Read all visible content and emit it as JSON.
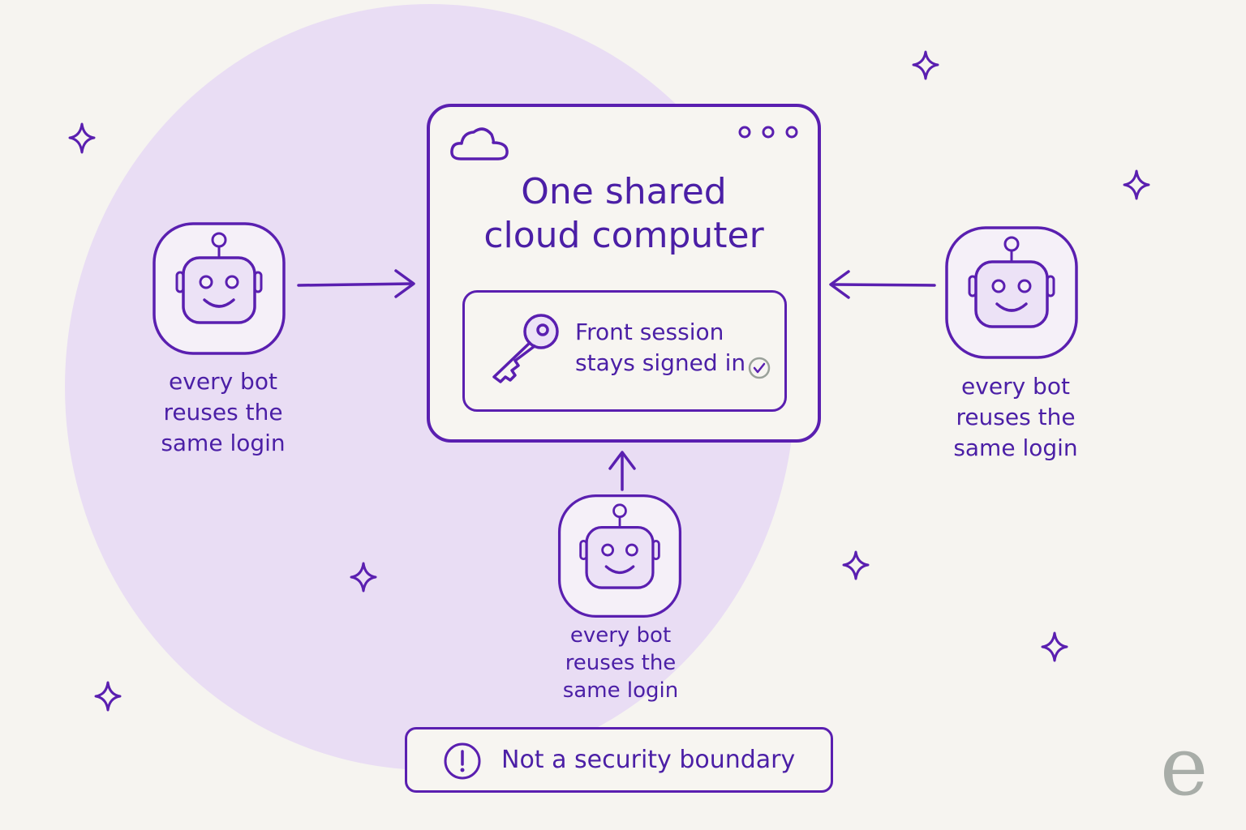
{
  "window": {
    "title": "One shared\ncloud computer",
    "session_text": "Front session\nstays signed in"
  },
  "bots": [
    {
      "caption": "every bot\nreuses the\nsame login"
    },
    {
      "caption": "every bot\nreuses the\nsame login"
    },
    {
      "caption": "every bot\nreuses the\nsame login"
    }
  ],
  "warning": {
    "label": "Not a security boundary"
  },
  "watermark": {
    "glyph": "e"
  },
  "colors": {
    "accent": "#5a1fb0",
    "circle": "#e9ddf4",
    "background": "#f6f4f0"
  }
}
